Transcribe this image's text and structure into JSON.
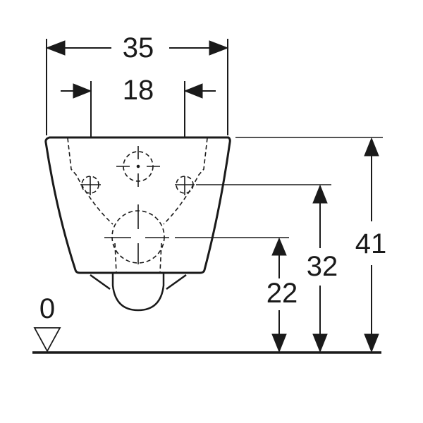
{
  "diagram": {
    "type": "technical-dimension-drawing",
    "subject": "wall-hung toilet side/front elevation",
    "colors": {
      "line": "#1a1a1a",
      "background": "#ffffff"
    },
    "dimensions": {
      "overall_width": "35",
      "fixing_spacing": "18",
      "overall_height": "41",
      "fixing_height": "32",
      "outlet_height": "22",
      "floor_reference": "0"
    }
  }
}
